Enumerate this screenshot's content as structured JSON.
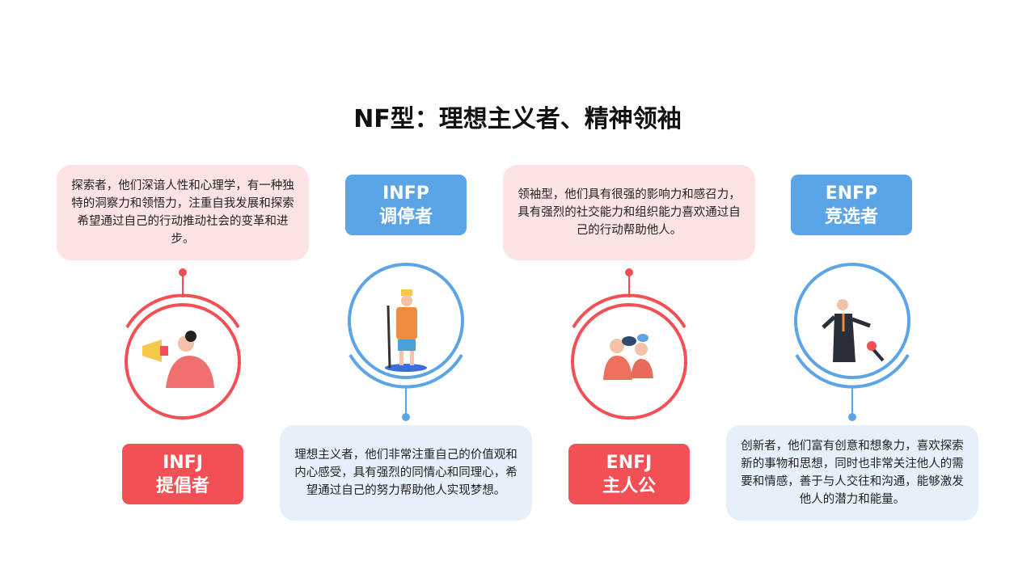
{
  "title": "NF型：理想主义者、精神领袖",
  "colors": {
    "red": "#f25054",
    "blue": "#5ba4e8",
    "pink_bg": "#fde3e4",
    "blue_bg": "#e6f0fb"
  },
  "types": [
    {
      "code": "INFJ",
      "name": "提倡者",
      "desc": "探索者，他们深谙人性和心理学，有一种独特的洞察力和领悟力，注重自我发展和探索希望通过自己的行动推动社会的变革和进步。"
    },
    {
      "code": "INFP",
      "name": "调停者",
      "desc": "理想主义者，他们非常注重自己的价值观和内心感受，具有强烈的同情心和同理心，希望通过自己的努力帮助他人实现梦想。"
    },
    {
      "code": "ENFJ",
      "name": "主人公",
      "desc": "领袖型，他们具有很强的影响力和感召力，具有强烈的社交能力和组织能力喜欢通过自己的行动帮助他人。"
    },
    {
      "code": "ENFP",
      "name": "竞选者",
      "desc": "创新者，他们富有创意和想象力，喜欢探索新的事物和思想，同时也非常关注他人的需要和情感，善于与人交往和沟通，能够激发他人的潜力和能量。"
    }
  ]
}
